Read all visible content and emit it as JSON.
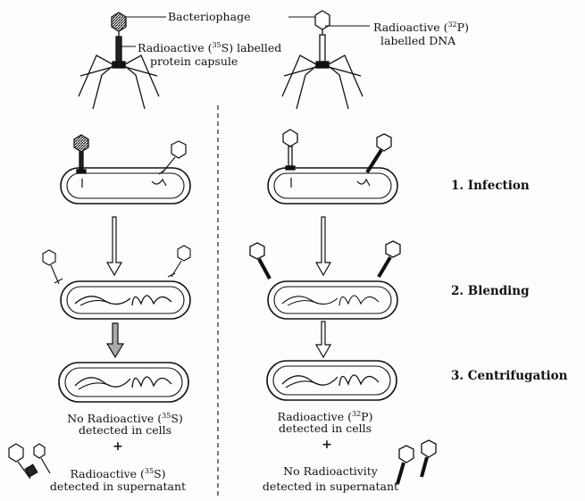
{
  "labels": {
    "bacteriophage": "Bacteriophage",
    "s35_capsule_1": "Radioactive (",
    "s35_iso": "35",
    "s35_capsule_2": "S) labelled",
    "s35_capsule_3": "protein capsule",
    "p32_dna_1": "Radioactive (",
    "p32_iso": "32",
    "p32_dna_2": "P)",
    "p32_dna_3": "labelled DNA"
  },
  "steps": [
    "1. Infection",
    "2. Blending",
    "3. Centrifugation"
  ],
  "left_result": {
    "cells_1": "No Radioactive (",
    "cells_iso": "35",
    "cells_2": "S)",
    "cells_3": "detected in cells",
    "plus": "+",
    "super_1": "Radioactive (",
    "super_iso": "35",
    "super_2": "S)",
    "super_3": "detected in supernatant"
  },
  "right_result": {
    "cells_1": "Radioactive (",
    "cells_iso": "32",
    "cells_2": "P)",
    "cells_3": "detected in cells",
    "plus": "+",
    "super_1": "No Radioactivity",
    "super_2": "detected in supernatant"
  }
}
